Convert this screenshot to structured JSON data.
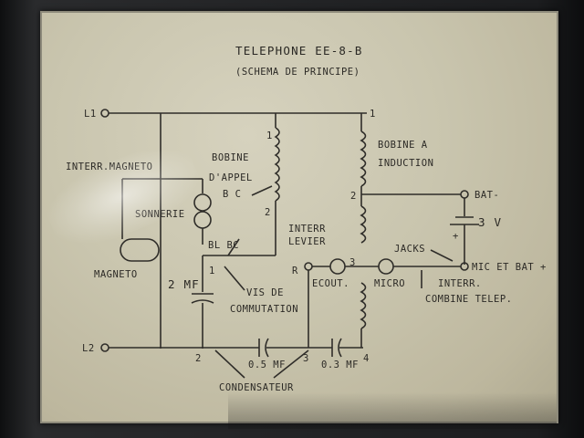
{
  "title": "TELEPHONE  EE-8-B",
  "subtitle": "(SCHEMA DE PRINCIPE)",
  "labels": {
    "l1": "L1",
    "l2": "L2",
    "interr_magneto": "INTERR.MAGNETO",
    "sonnerie": "SONNERIE",
    "magneto": "MAGNETO",
    "bobine_appel_1": "BOBINE",
    "bobine_appel_2": "D'APPEL",
    "bc_top": "B C",
    "interr_levier_1": "INTERR",
    "interr_levier_2": "LEVIER",
    "bl_bc": "BL  BC",
    "two_mf": "2 MF",
    "vis_1": "VIS DE",
    "vis_2": "COMMUTATION",
    "bobine_induction_1": "BOBINE A",
    "bobine_induction_2": "INDUCTION",
    "bat_minus": "BAT-",
    "three_v": "3 V",
    "plus": "+",
    "jacks": "JACKS",
    "mic_bat": "MIC ET BAT +",
    "interr": "INTERR.",
    "combine": "COMBINE TELEP.",
    "ecout": "ECOUT.",
    "micro": "MICRO",
    "r": "R",
    "cap_05": "0.5 MF",
    "cap_03": "0.3 MF",
    "condensateur": "CONDENSATEUR",
    "n1_top": "1",
    "n1_left": "1",
    "n2_left": "2",
    "n2_ind": "2",
    "n3_mid": "3",
    "n1_bl": "1",
    "n2_bottom": "2",
    "n3_bottom": "3",
    "n4_bottom": "4"
  }
}
